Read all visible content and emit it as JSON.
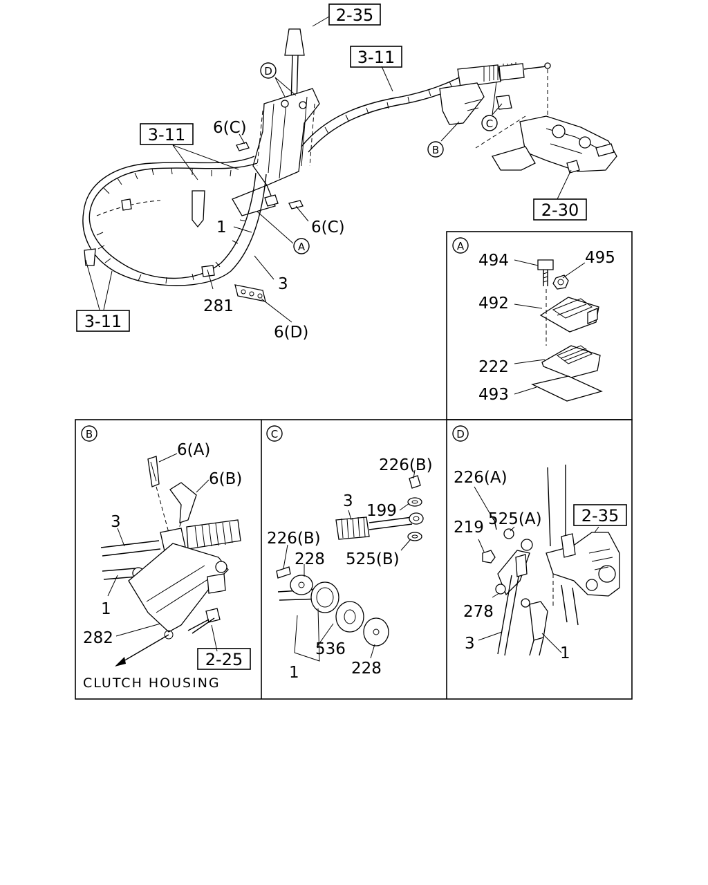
{
  "refs": {
    "r_235_top": "2-35",
    "r_311_top": "3-11",
    "r_311_left": "3-11",
    "r_311_bottom": "3-11",
    "r_230": "2-30",
    "r_225": "2-25",
    "r_235_d": "2-35"
  },
  "main_labels": {
    "c6c_upper": "6(C)",
    "c6c_lower": "6(C)",
    "p1": "1",
    "p3": "3",
    "p281": "281",
    "c6d": "6(D)"
  },
  "circles": {
    "D": "D",
    "B": "B",
    "C": "C",
    "A": "A"
  },
  "panel_a": {
    "tag": "A",
    "p494": "494",
    "p495": "495",
    "p492": "492",
    "p222": "222",
    "p493": "493"
  },
  "panel_b": {
    "tag": "B",
    "c6a": "6(A)",
    "c6b": "6(B)",
    "p3": "3",
    "p1": "1",
    "p282": "282",
    "caption": "CLUTCH HOUSING"
  },
  "panel_c": {
    "tag": "C",
    "c226b_top": "226(B)",
    "p199": "199",
    "p3": "3",
    "c226b_left": "226(B)",
    "p228_top": "228",
    "c525b": "525(B)",
    "p536": "536",
    "p1": "1",
    "p228_bottom": "228"
  },
  "panel_d": {
    "tag": "D",
    "c226a": "226(A)",
    "c525a": "525(A)",
    "p219": "219",
    "p278": "278",
    "p3": "3",
    "p1": "1"
  }
}
